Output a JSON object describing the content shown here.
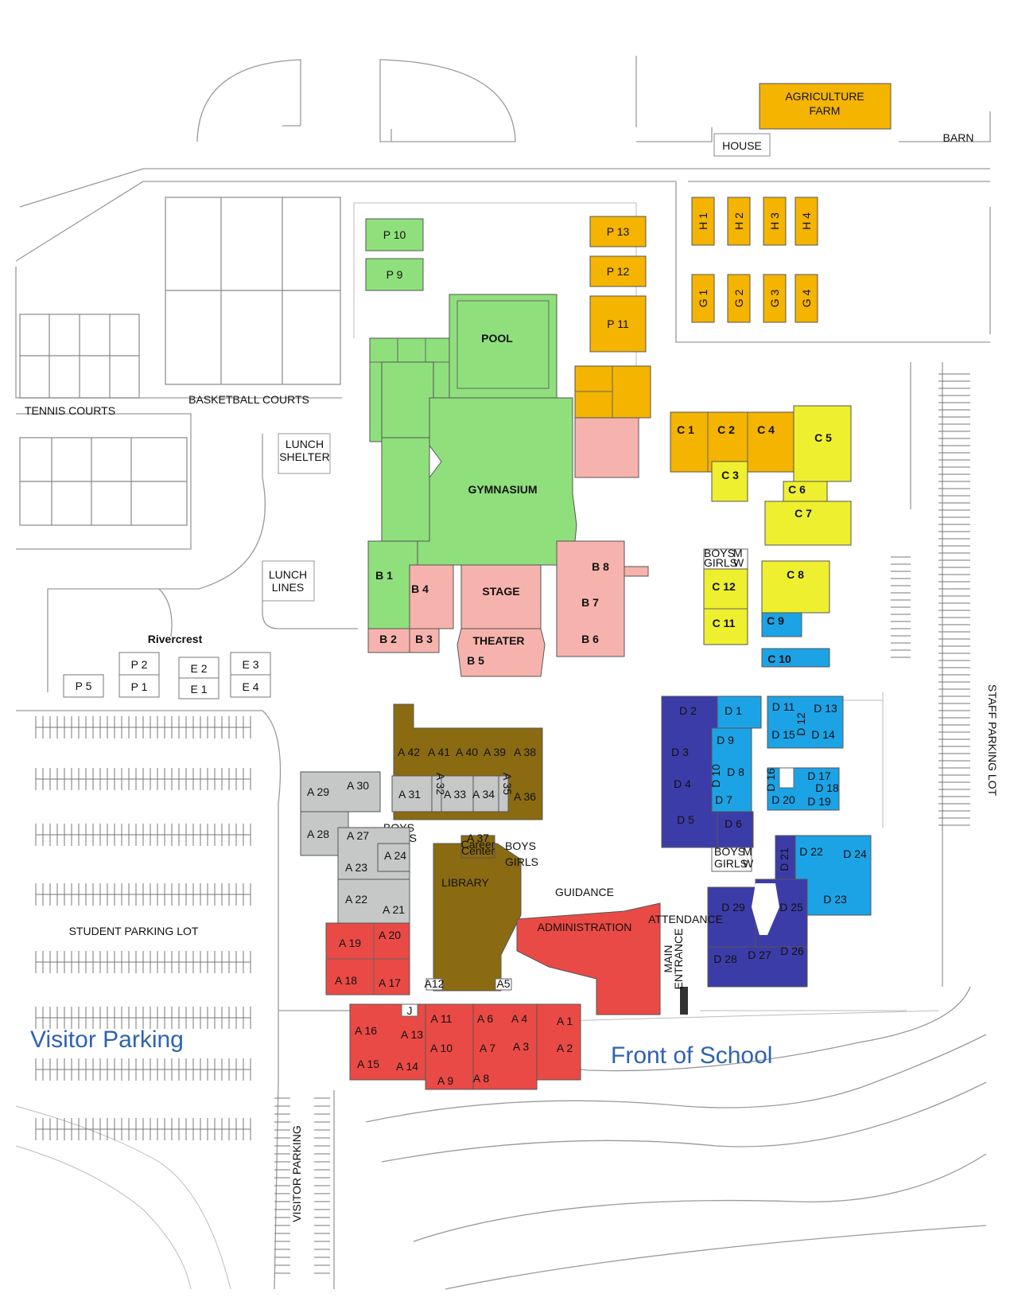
{
  "colors": {
    "p_wing": "#8fe07c",
    "orange": "#f4b400",
    "pink": "#f6b3ad",
    "yellow": "#eef02f",
    "cyan": "#1ca3e6",
    "navy": "#3c3ca8",
    "brown": "#8a6b12",
    "gray": "#c6c8c8",
    "red": "#ea4a45",
    "annotation_blue": "#2e63b0"
  },
  "overlays": {
    "visitor_parking": "Visitor Parking",
    "front_of_school": "Front of School"
  },
  "labels": {
    "agriculture_farm_1": "AGRICULTURE",
    "agriculture_farm_2": "FARM",
    "house": "HOUSE",
    "barn": "BARN",
    "h1": "H 1",
    "h2": "H 2",
    "h3": "H 3",
    "h4": "H 4",
    "g1": "G 1",
    "g2": "G 2",
    "g3": "G 3",
    "g4": "G 4",
    "p10": "P 10",
    "p9": "P 9",
    "p13": "P 13",
    "p12": "P 12",
    "p11": "P 11",
    "pool": "POOL",
    "gymnasium": "GYMNASIUM",
    "tennis_courts": "TENNIS COURTS",
    "basketball_courts": "BASKETBALL COURTS",
    "lunch_shelter_1": "LUNCH",
    "lunch_shelter_2": "SHELTER",
    "lunch_lines_1": "LUNCH",
    "lunch_lines_2": "LINES",
    "rivercrest": "Rivercrest",
    "p2": "P 2",
    "p1": "P 1",
    "p5": "P 5",
    "e2": "E 2",
    "e1": "E 1",
    "e3": "E 3",
    "e4": "E 4",
    "b1": "B 1",
    "b2": "B 2",
    "b3": "B 3",
    "b4": "B 4",
    "stage": "STAGE",
    "theater": "THEATER",
    "b5": "B 5",
    "b6": "B 6",
    "b7": "B 7",
    "b8": "B 8",
    "c1": "C 1",
    "c2": "C 2",
    "c3": "C 3",
    "c4": "C 4",
    "c5": "C 5",
    "c6": "C 6",
    "c7": "C 7",
    "c8": "C 8",
    "c9": "C 9",
    "c10": "C 10",
    "c11": "C 11",
    "c12": "C 12",
    "boys": "BOYS",
    "girls": "GIRLS",
    "m": "M",
    "w": "W",
    "d1": "D 1",
    "d2": "D 2",
    "d3": "D 3",
    "d4": "D 4",
    "d5": "D 5",
    "d6": "D 6",
    "d7": "D 7",
    "d8": "D 8",
    "d9": "D 9",
    "d10": "D 10",
    "d11": "D 11",
    "d12": "D 12",
    "d13": "D 13",
    "d14": "D 14",
    "d15": "D 15",
    "d16": "D 16",
    "d17": "D 17",
    "d18": "D 18",
    "d19": "D 19",
    "d20": "D 20",
    "d21": "D 21",
    "d22": "D 22",
    "d23": "D 23",
    "d24": "D 24",
    "d25": "D 25",
    "d26": "D 26",
    "d27": "D 27",
    "d28": "D 28",
    "d29": "D 29",
    "a42": "A 42",
    "a41": "A 41",
    "a40": "A 40",
    "a39": "A 39",
    "a38": "A 38",
    "a31": "A 31",
    "a32": "A 32",
    "a33": "A 33",
    "a34": "A 34",
    "a35": "A 35",
    "a36": "A 36",
    "a30": "A 30",
    "a29": "A 29",
    "a28": "A 28",
    "a27": "A 27",
    "a24": "A 24",
    "a23": "A 23",
    "a22": "A 22",
    "a21": "A 21",
    "a20": "A 20",
    "a19": "A 19",
    "a18": "A 18",
    "a17": "A 17",
    "a16": "A 16",
    "a15": "A 15",
    "a14": "A 14",
    "a13": "A 13",
    "a11": "A 11",
    "a10": "A 10",
    "a9": "A 9",
    "a8": "A 8",
    "a7": "A 7",
    "a6": "A 6",
    "a4": "A 4",
    "a3": "A 3",
    "a2": "A 2",
    "a1": "A 1",
    "a12": "A12",
    "a5": "A5",
    "j": "J",
    "a37_1": "A 37",
    "a37_2": "Career",
    "a37_3": "Center",
    "library": "LIBRARY",
    "guidance": "GUIDANCE",
    "administration": "ADMINISTRATION",
    "attendance": "ATTENDANCE",
    "main_entrance_1": "MAIN",
    "main_entrance_2": "ENTRANCE",
    "student_parking_lot": "STUDENT PARKING LOT",
    "visitor_parking_vertical": "VISITOR PARKING",
    "staff_parking_lot": "STAFF PARKING LOT"
  }
}
